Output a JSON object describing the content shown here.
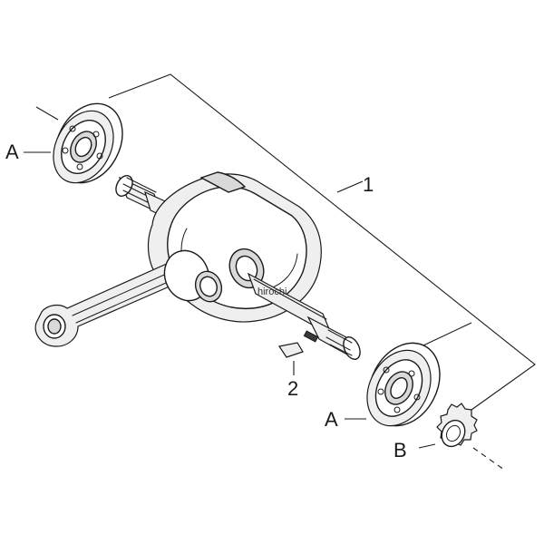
{
  "callouts": {
    "part_1": "1",
    "part_2": "2",
    "bearing_a_left": "A",
    "bearing_a_right": "A",
    "gear_b": "B"
  },
  "watermark": "hirochi"
}
